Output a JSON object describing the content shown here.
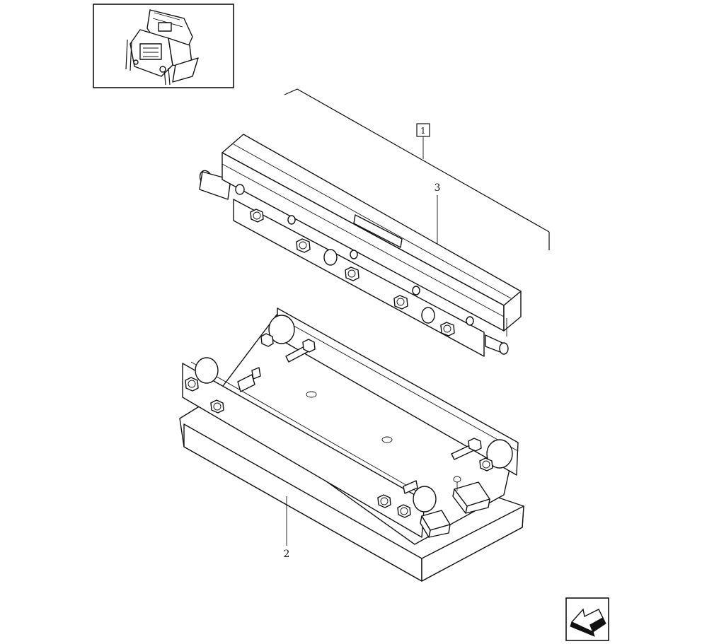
{
  "callouts": {
    "bracket_label": "1",
    "upper_part": "3",
    "lower_part": "2"
  },
  "icons": {
    "locator": "machine-locator-thumbnail-icon",
    "navigation": "previous-page-arrow-icon"
  },
  "colors": {
    "line": "#111111",
    "background": "#ffffff"
  }
}
